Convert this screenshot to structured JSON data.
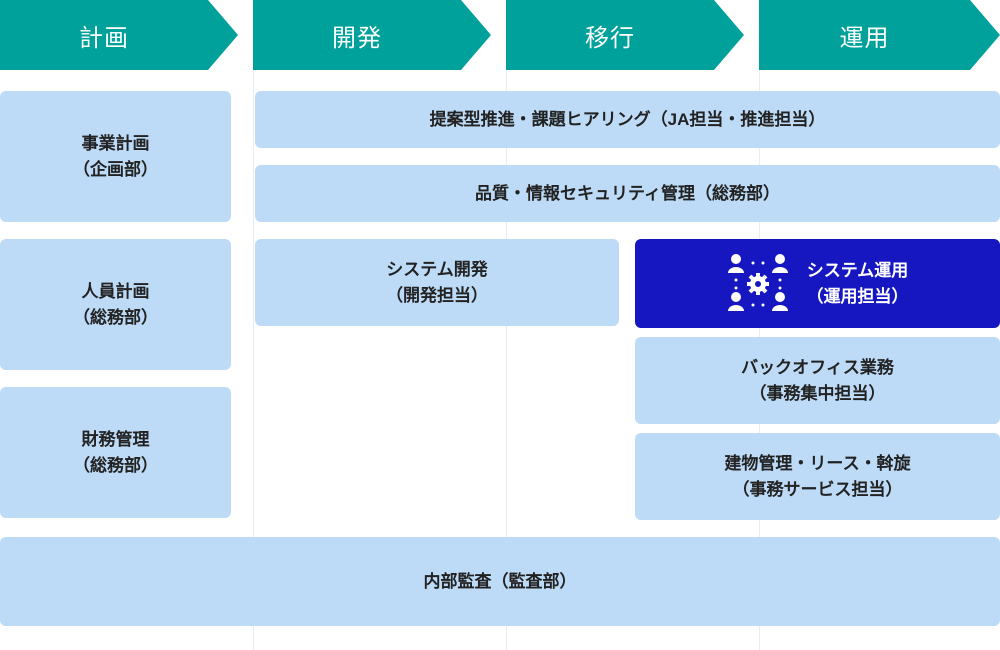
{
  "phases": [
    "計画",
    "開発",
    "移行",
    "運用"
  ],
  "boxes": {
    "business_plan": [
      "事業計画",
      "（企画部）"
    ],
    "hr_plan": [
      "人員計画",
      "（総務部）"
    ],
    "finance": [
      "財務管理",
      "（総務部）"
    ],
    "proposal": "提案型推進・課題ヒアリング（JA担当・推進担当）",
    "quality": "品質・情報セキュリティ管理（総務部）",
    "sysdev": [
      "システム開発",
      "（開発担当）"
    ],
    "sysops": [
      "システム運用",
      "（運用担当）"
    ],
    "backoffice": [
      "バックオフィス業務",
      "（事務集中担当）"
    ],
    "building": [
      "建物管理・リース・斡旋",
      "（事務サービス担当）"
    ],
    "audit": "内部監査（監査部）"
  },
  "colors": {
    "phase": "#00a19a",
    "box": "#bddbf6",
    "highlight": "#1717c2"
  }
}
